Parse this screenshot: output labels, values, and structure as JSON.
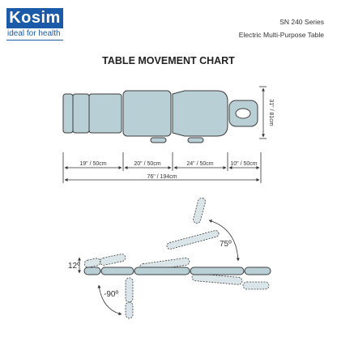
{
  "header": {
    "brand": "Kosim",
    "tagline": "ideal for health",
    "series": "SN 240 Series",
    "subtitle": "Electric Multi-Purpose Table"
  },
  "title": "TABLE MOVEMENT CHART",
  "dimensions": {
    "width": "31\" / 81cm",
    "segment1": "19\" / 50cm",
    "segment2": "20\" / 50cm",
    "segment3": "24\" / 50cm",
    "segment4": "10\" / 50cm",
    "total": "76\" / 194cm"
  },
  "angles": {
    "back": "75º",
    "head_up": "12º",
    "head_down": "-90º"
  },
  "colors": {
    "brand_blue": "#1a5aa8",
    "cushion_fill": "#b9cfd6",
    "outline": "#3c3c3c"
  }
}
